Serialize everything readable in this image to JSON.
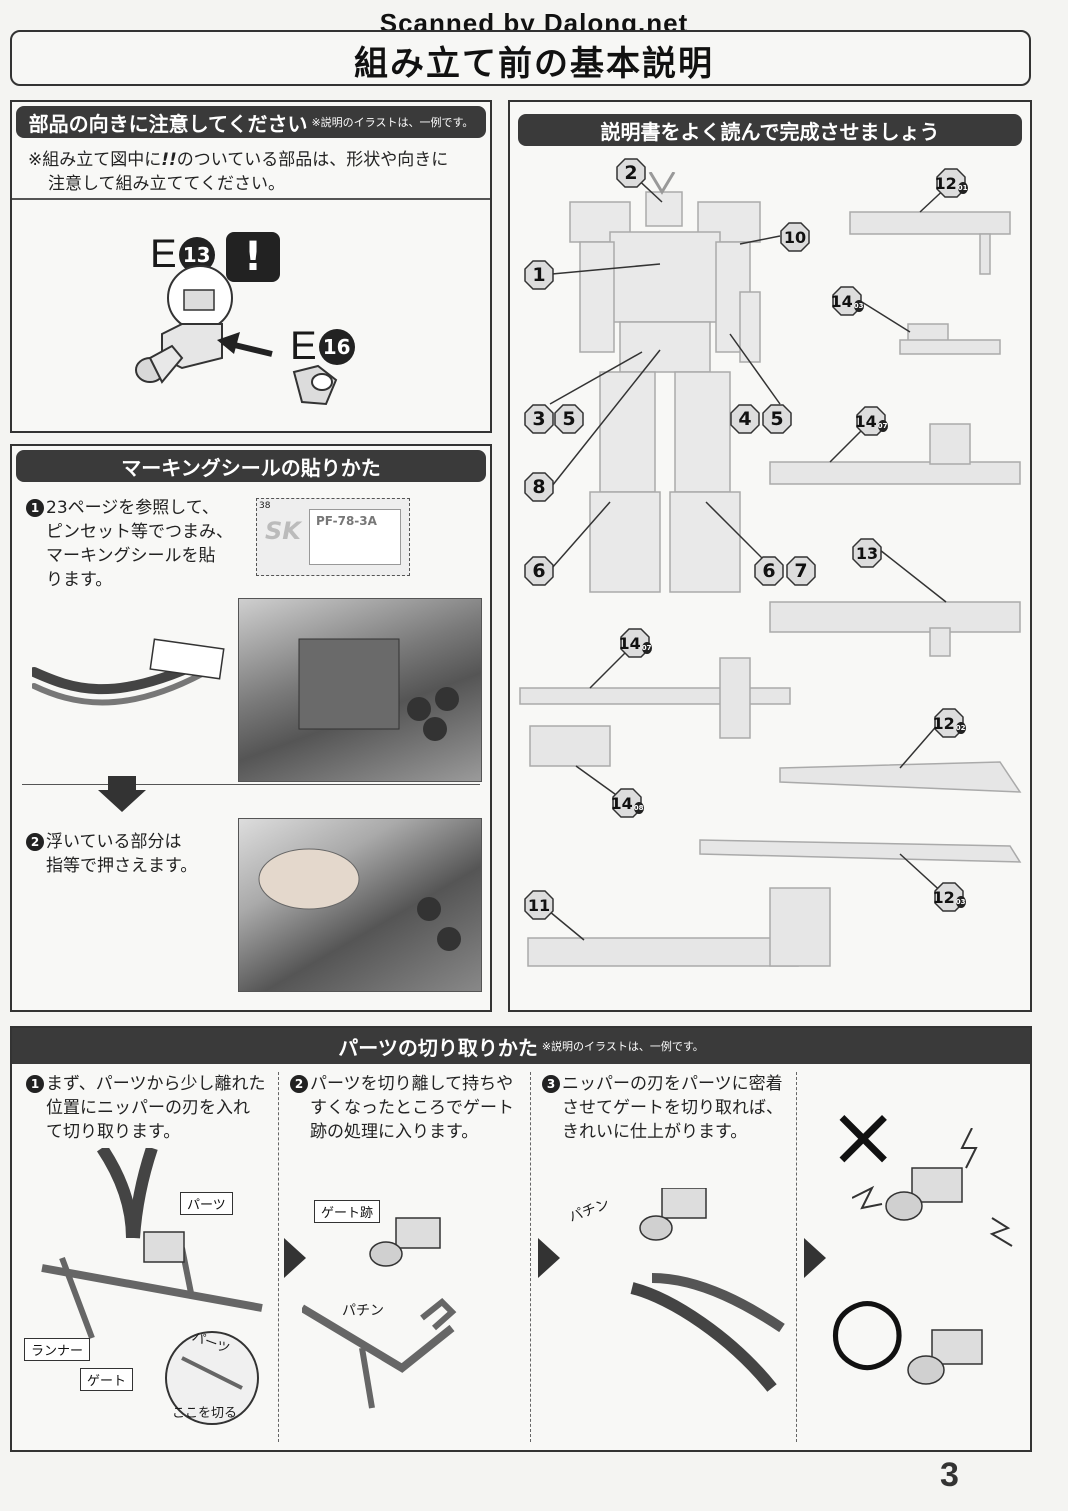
{
  "watermark": "Scanned by Dalong.net",
  "page_title": "組み立て前の基本説明",
  "orientation": {
    "header": "部品の向きに注意してください",
    "header_note": "※説明のイラストは、一例です。",
    "text_line1": "※組み立て図中に",
    "mark": "!!",
    "text_line1b": "のついている部品は、形状や向きに",
    "text_line2": "注意して組み立ててください。",
    "part_a": "E",
    "part_a_num": "13",
    "part_b": "E",
    "part_b_num": "16",
    "warning_mark": "!"
  },
  "marking": {
    "header": "マーキングシールの貼りかた",
    "step1_num": "1",
    "step1_lines": [
      "23ページを参照して、",
      "ピンセット等でつまみ、",
      "マーキングシールを貼",
      "ります。"
    ],
    "step2_num": "2",
    "step2_lines": [
      "浮いている部分は",
      "指等で押さえます。"
    ],
    "sticker_text": "PF-78-3A",
    "sticker_logo": "SK",
    "sticker_no": "38"
  },
  "manual": {
    "header": "説明書をよく読んで完成させましょう",
    "callouts": [
      {
        "label": "2",
        "sub": ""
      },
      {
        "label": "1",
        "sub": ""
      },
      {
        "label": "10",
        "sub": ""
      },
      {
        "label": "3",
        "sub": ""
      },
      {
        "label": "5",
        "sub": ""
      },
      {
        "label": "4",
        "sub": ""
      },
      {
        "label": "5",
        "sub": ""
      },
      {
        "label": "8",
        "sub": ""
      },
      {
        "label": "6",
        "sub": ""
      },
      {
        "label": "6",
        "sub": ""
      },
      {
        "label": "7",
        "sub": ""
      },
      {
        "label": "12",
        "sub": "01"
      },
      {
        "label": "14",
        "sub": "03"
      },
      {
        "label": "14",
        "sub": "07"
      },
      {
        "label": "13",
        "sub": ""
      },
      {
        "label": "14",
        "sub": "07"
      },
      {
        "label": "12",
        "sub": "02"
      },
      {
        "label": "14",
        "sub": "08"
      },
      {
        "label": "12",
        "sub": "03"
      },
      {
        "label": "11",
        "sub": ""
      }
    ]
  },
  "cutting": {
    "header": "パーツの切り取りかた",
    "header_note": "※説明のイラストは、一例です。",
    "step1_num": "1",
    "step1_lines": [
      "まず、パーツから少し離れた",
      "位置にニッパーの刃を入れ",
      "て切り取ります。"
    ],
    "step2_num": "2",
    "step2_lines": [
      "パーツを切り離して持ちや",
      "すくなったところでゲート",
      "跡の処理に入ります。"
    ],
    "step3_num": "3",
    "step3_lines": [
      "ニッパーの刃をパーツに密着",
      "させてゲートを切り取れば、",
      "きれいに仕上がります。"
    ],
    "label_parts": "パーツ",
    "label_runner": "ランナー",
    "label_gate": "ゲート",
    "label_cut_here": "ここを切る",
    "label_parts_zoom": "パーツ",
    "label_gate_mark": "ゲート跡",
    "sfx1": "パチン",
    "sfx2": "パチン",
    "wrong_mark": "×",
    "right_mark": "○"
  },
  "page_number": "3"
}
